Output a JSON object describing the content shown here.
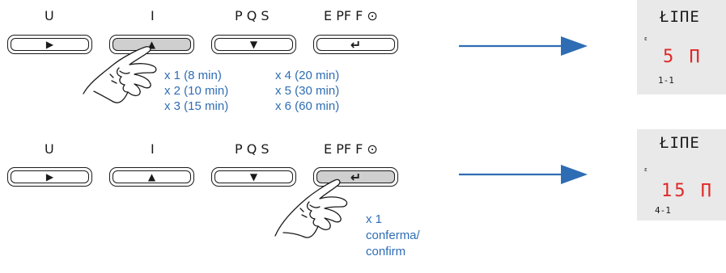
{
  "row1": {
    "labels": [
      "U",
      "I",
      "P Q S",
      "E PF F ⊙"
    ],
    "keys": [
      "▶",
      "▲",
      "▼",
      "↵"
    ],
    "counts_col1": [
      "x 1 (8 min)",
      "x 2 (10 min)",
      "x 3 (15 min)"
    ],
    "counts_col2": [
      "x 4 (20 min)",
      "x 5 (30 min)",
      "x 6 (60 min)"
    ]
  },
  "row2": {
    "labels": [
      "U",
      "I",
      "P Q S",
      "E PF F ⊙"
    ],
    "keys": [
      "▶",
      "▲",
      "▼",
      "↵"
    ],
    "confirm": [
      "x 1",
      "conferma/",
      "confirm"
    ]
  },
  "display1": {
    "top": "ŁIΠE",
    "value": "5  Π",
    "bottom": "1-1",
    "indicator": "ε"
  },
  "display2": {
    "top": "ŁIΠE",
    "value": "15 Π",
    "bottom": "4-1",
    "indicator": "ε"
  },
  "colors": {
    "accent_blue": "#2e6db4",
    "lcd_red": "#e02828",
    "pressed_key": "#cfcfcf"
  },
  "icons": [
    "play-right-icon",
    "arrow-up-icon",
    "arrow-down-icon",
    "enter-return-icon",
    "pointing-hand-icon",
    "right-arrow-icon"
  ]
}
